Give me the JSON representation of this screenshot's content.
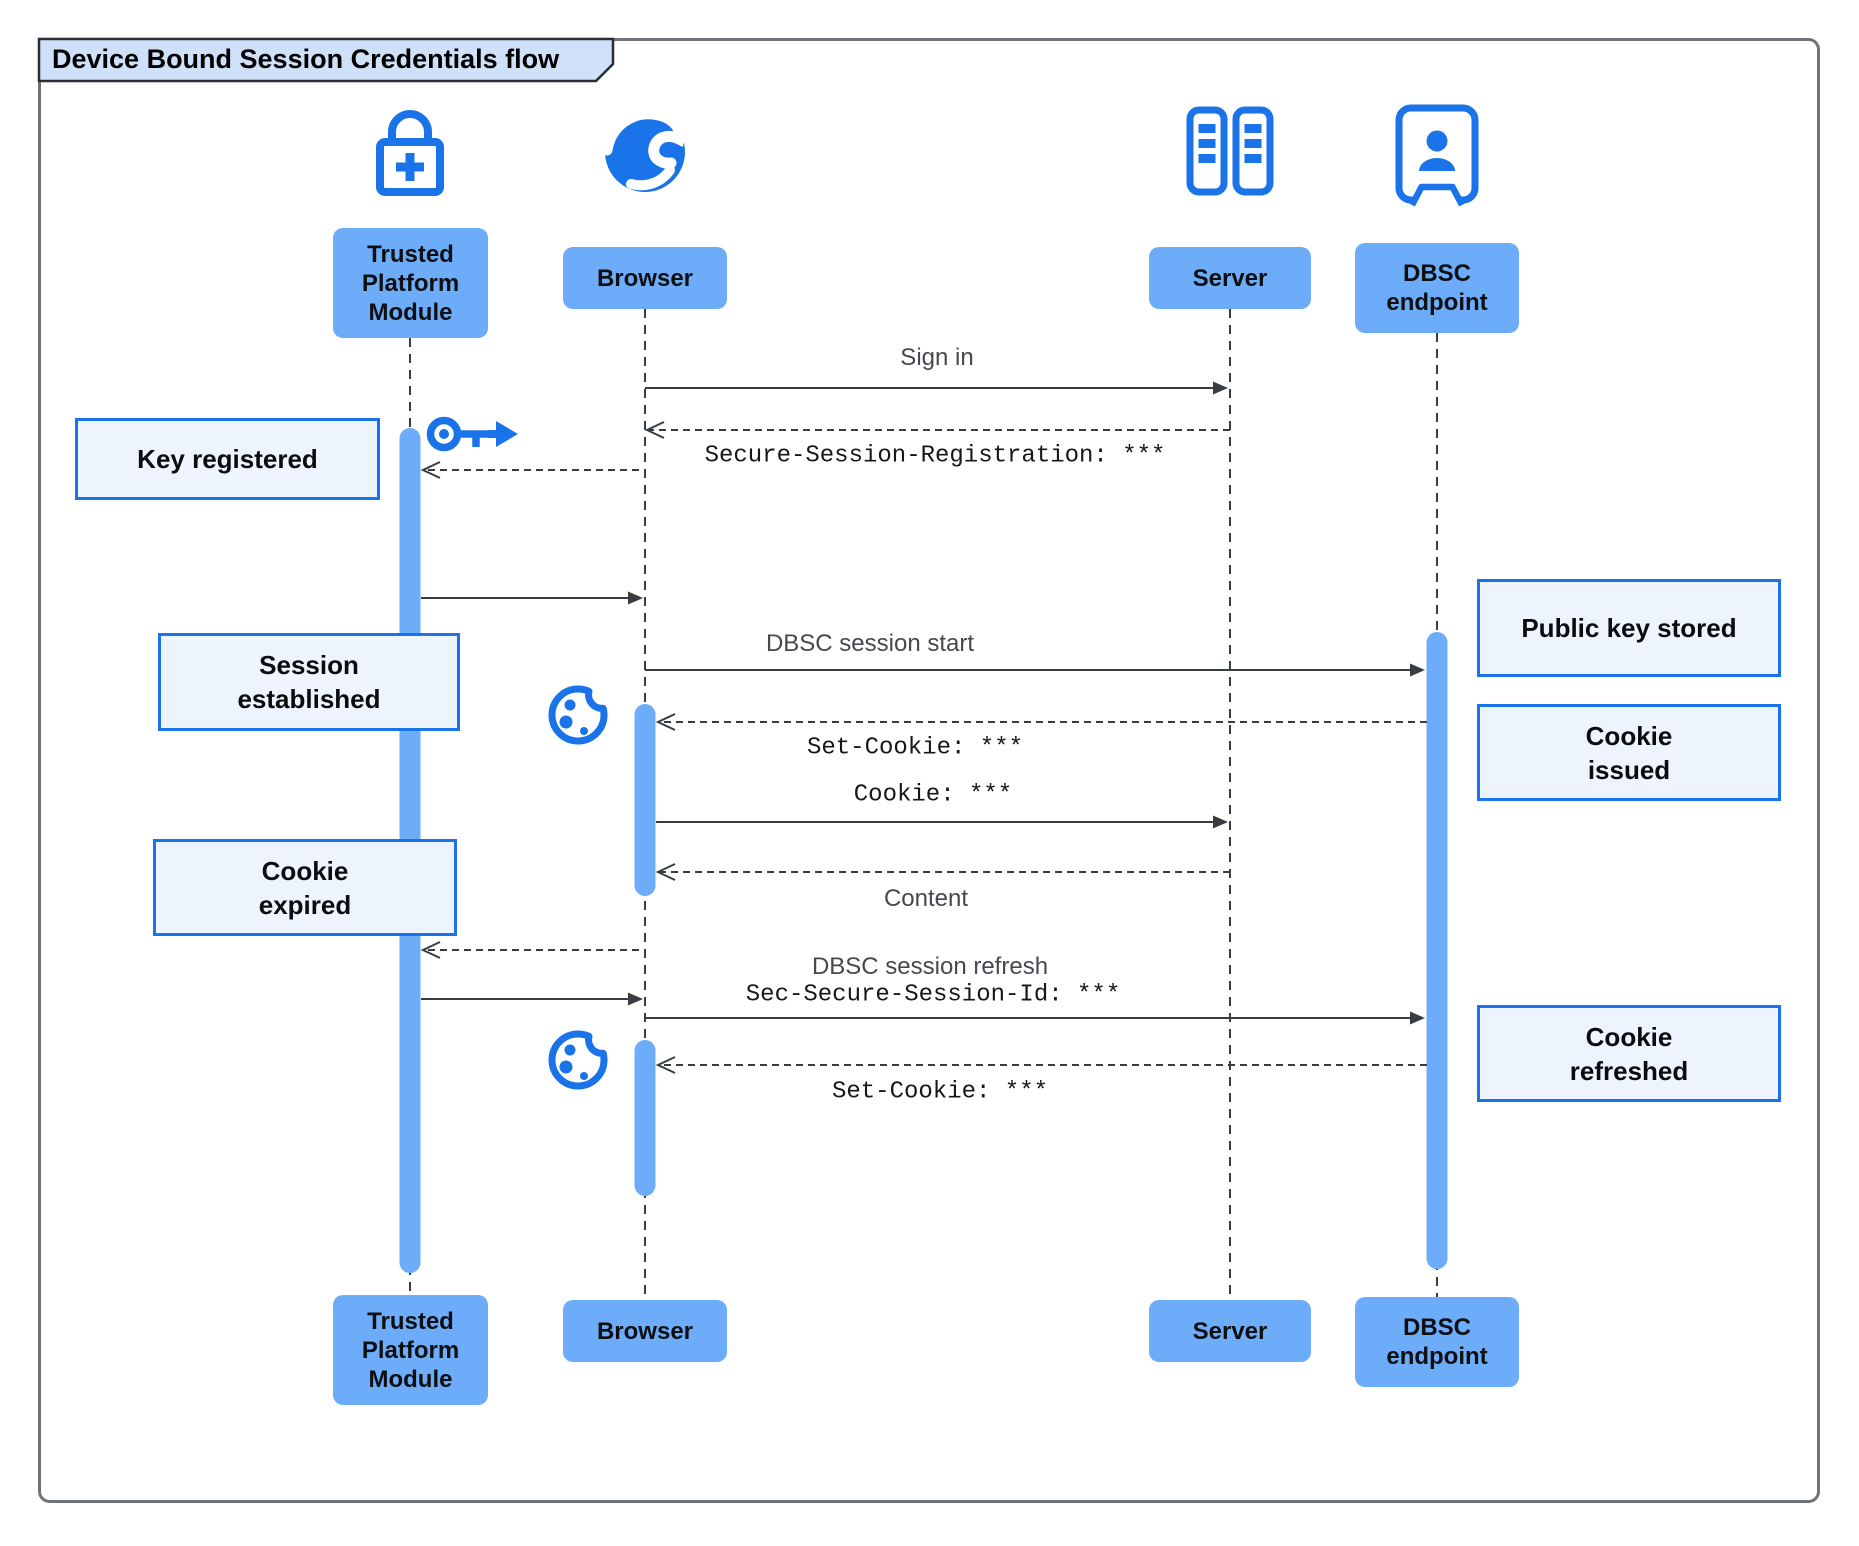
{
  "title": "Device Bound Session Credentials flow",
  "colors": {
    "icon_blue": "#1A73E8",
    "actor_fill": "#6CACF8",
    "note_fill": "#EDF4FD",
    "note_border": "#1A73E8",
    "title_fill": "#CFE0F9",
    "line_color": "#383d42",
    "frame_border": "#6e7479"
  },
  "actors": [
    {
      "id": "tpm",
      "label": "Trusted\nPlatform\nModule",
      "icon": "lock-plus-icon"
    },
    {
      "id": "browser",
      "label": "Browser",
      "icon": "globe-icon"
    },
    {
      "id": "server",
      "label": "Server",
      "icon": "server-racks-icon"
    },
    {
      "id": "dbsc",
      "label": "DBSC\nendpoint",
      "icon": "person-booth-icon"
    }
  ],
  "messages": [
    {
      "text": "Sign in",
      "from": "Browser",
      "to": "Server",
      "style": "solid",
      "font": "sans"
    },
    {
      "text": "Secure-Session-Registration: ***",
      "from": "Server",
      "to": "Browser",
      "style": "dashed",
      "font": "mono"
    },
    {
      "text": "DBSC session start",
      "from": "Browser",
      "to": "DBSC endpoint",
      "style": "solid",
      "font": "sans"
    },
    {
      "text": "Set-Cookie: ***",
      "from": "DBSC endpoint",
      "to": "Browser",
      "style": "dashed",
      "font": "mono"
    },
    {
      "text": "Cookie: ***",
      "from": "Browser",
      "to": "Server",
      "style": "solid",
      "font": "mono"
    },
    {
      "text": "Content",
      "from": "Server",
      "to": "Browser",
      "style": "dashed",
      "font": "sans"
    },
    {
      "text": "DBSC session refresh",
      "from": "Browser",
      "to": "DBSC endpoint",
      "style": "solid",
      "font": "sans"
    },
    {
      "text": "Sec-Secure-Session-Id: ***",
      "from": "Browser",
      "to": "DBSC endpoint",
      "style": "solid",
      "font": "mono"
    },
    {
      "text": "Set-Cookie: ***",
      "from": "DBSC endpoint",
      "to": "Browser",
      "style": "dashed",
      "font": "mono"
    }
  ],
  "notes": [
    {
      "text": "Key registered",
      "near": "tpm"
    },
    {
      "text": "Session\nestablished",
      "near": "tpm"
    },
    {
      "text": "Cookie\nexpired",
      "near": "tpm"
    },
    {
      "text": "Public key stored",
      "near": "dbsc"
    },
    {
      "text": "Cookie\nissued",
      "near": "dbsc"
    },
    {
      "text": "Cookie\nrefreshed",
      "near": "dbsc"
    }
  ]
}
